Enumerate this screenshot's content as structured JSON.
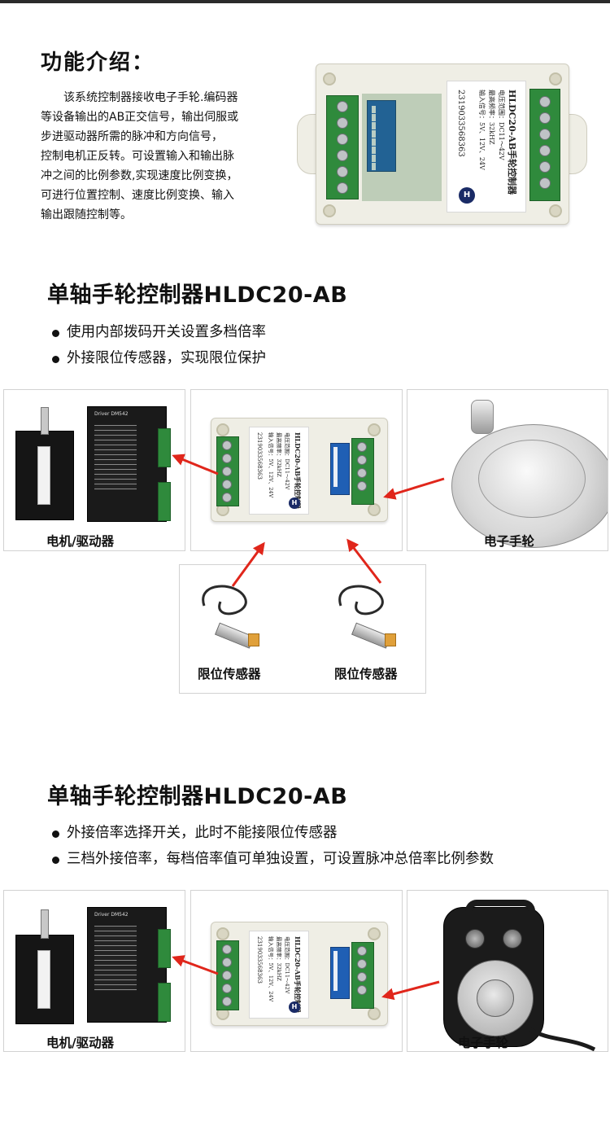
{
  "intro": {
    "title": "功能介绍：",
    "lines": [
      "该系统控制器接收电子手轮.编码器",
      "等设备输出的AB正交信号，输出伺服或",
      "步进驱动器所需的脉冲和方向信号，",
      "控制电机正反转。可设置输入和输出脉",
      "冲之间的比例参数,实现速度比例变换，",
      "可进行位置控制、速度比例变换、输入",
      "输出跟随控制等。"
    ]
  },
  "product_label": {
    "model": "HLDC20-AB手轮控制器",
    "voltage": "电压范围：DC11～42V",
    "frequency": "最高频率：32kHZ",
    "input_signal": "输入信号：5V、12V、24V",
    "serial": "2319033568363",
    "logo": "H"
  },
  "section1": {
    "title": "单轴手轮控制器HLDC20-AB",
    "bullets": [
      "使用内部拨码开关设置多档倍率",
      "外接限位传感器，实现限位保护"
    ],
    "labels": {
      "motor_driver": "电机/驱动器",
      "handwheel": "电子手轮",
      "sensor_left": "限位传感器",
      "sensor_right": "限位传感器"
    }
  },
  "section2": {
    "title": "单轴手轮控制器HLDC20-AB",
    "bullets": [
      "外接倍率选择开关，此时不能接限位传感器",
      "三档外接倍率，每档倍率值可单独设置，可设置脉冲总倍率比例参数"
    ],
    "labels": {
      "motor_driver": "电机/驱动器",
      "handwheel": "电子手轮"
    }
  },
  "colors": {
    "arrow": "#e0261b",
    "terminal": "#2f8a3c",
    "dip_switch": "#1f5fb4",
    "housing": "#efeee5"
  }
}
